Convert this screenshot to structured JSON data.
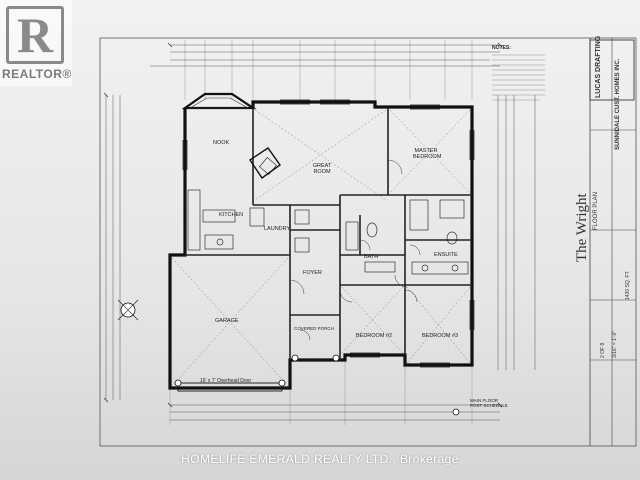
{
  "watermark": {
    "realtor_text": "REALTOR®",
    "brokerage": "HOMELIFE EMERALD REALTY LTD., Brokerage"
  },
  "title_block": {
    "plan_name": "The Wright",
    "sheet_title": "FLOOR PLAN",
    "builder": "SUNNIDALE CUST. HOMES INC.",
    "firm": "LUCAS DRAFTING",
    "area": "1430 SQ. FT.",
    "sheet_no": "2 OF 8",
    "scale": "3/16\" = 1'-0\""
  },
  "rooms": {
    "nook": "NOOK",
    "great_room": "GREAT ROOM",
    "master_bedroom": "MASTER BEDROOM",
    "kitchen": "KITCHEN",
    "laundry": "LAUNDRY",
    "bath": "BATH",
    "ensuite": "ENSUITE",
    "foyer": "FOYER",
    "garage": "GARAGE",
    "covered_porch": "COVERED PORCH",
    "bedroom2": "BEDROOM #2",
    "bedroom3": "BEDROOM #3",
    "garage_door": "16' x 7' Overhead Door",
    "post_schedule": "MAIN FLOOR POST SCHEDULE"
  },
  "notes_title": "NOTES:"
}
